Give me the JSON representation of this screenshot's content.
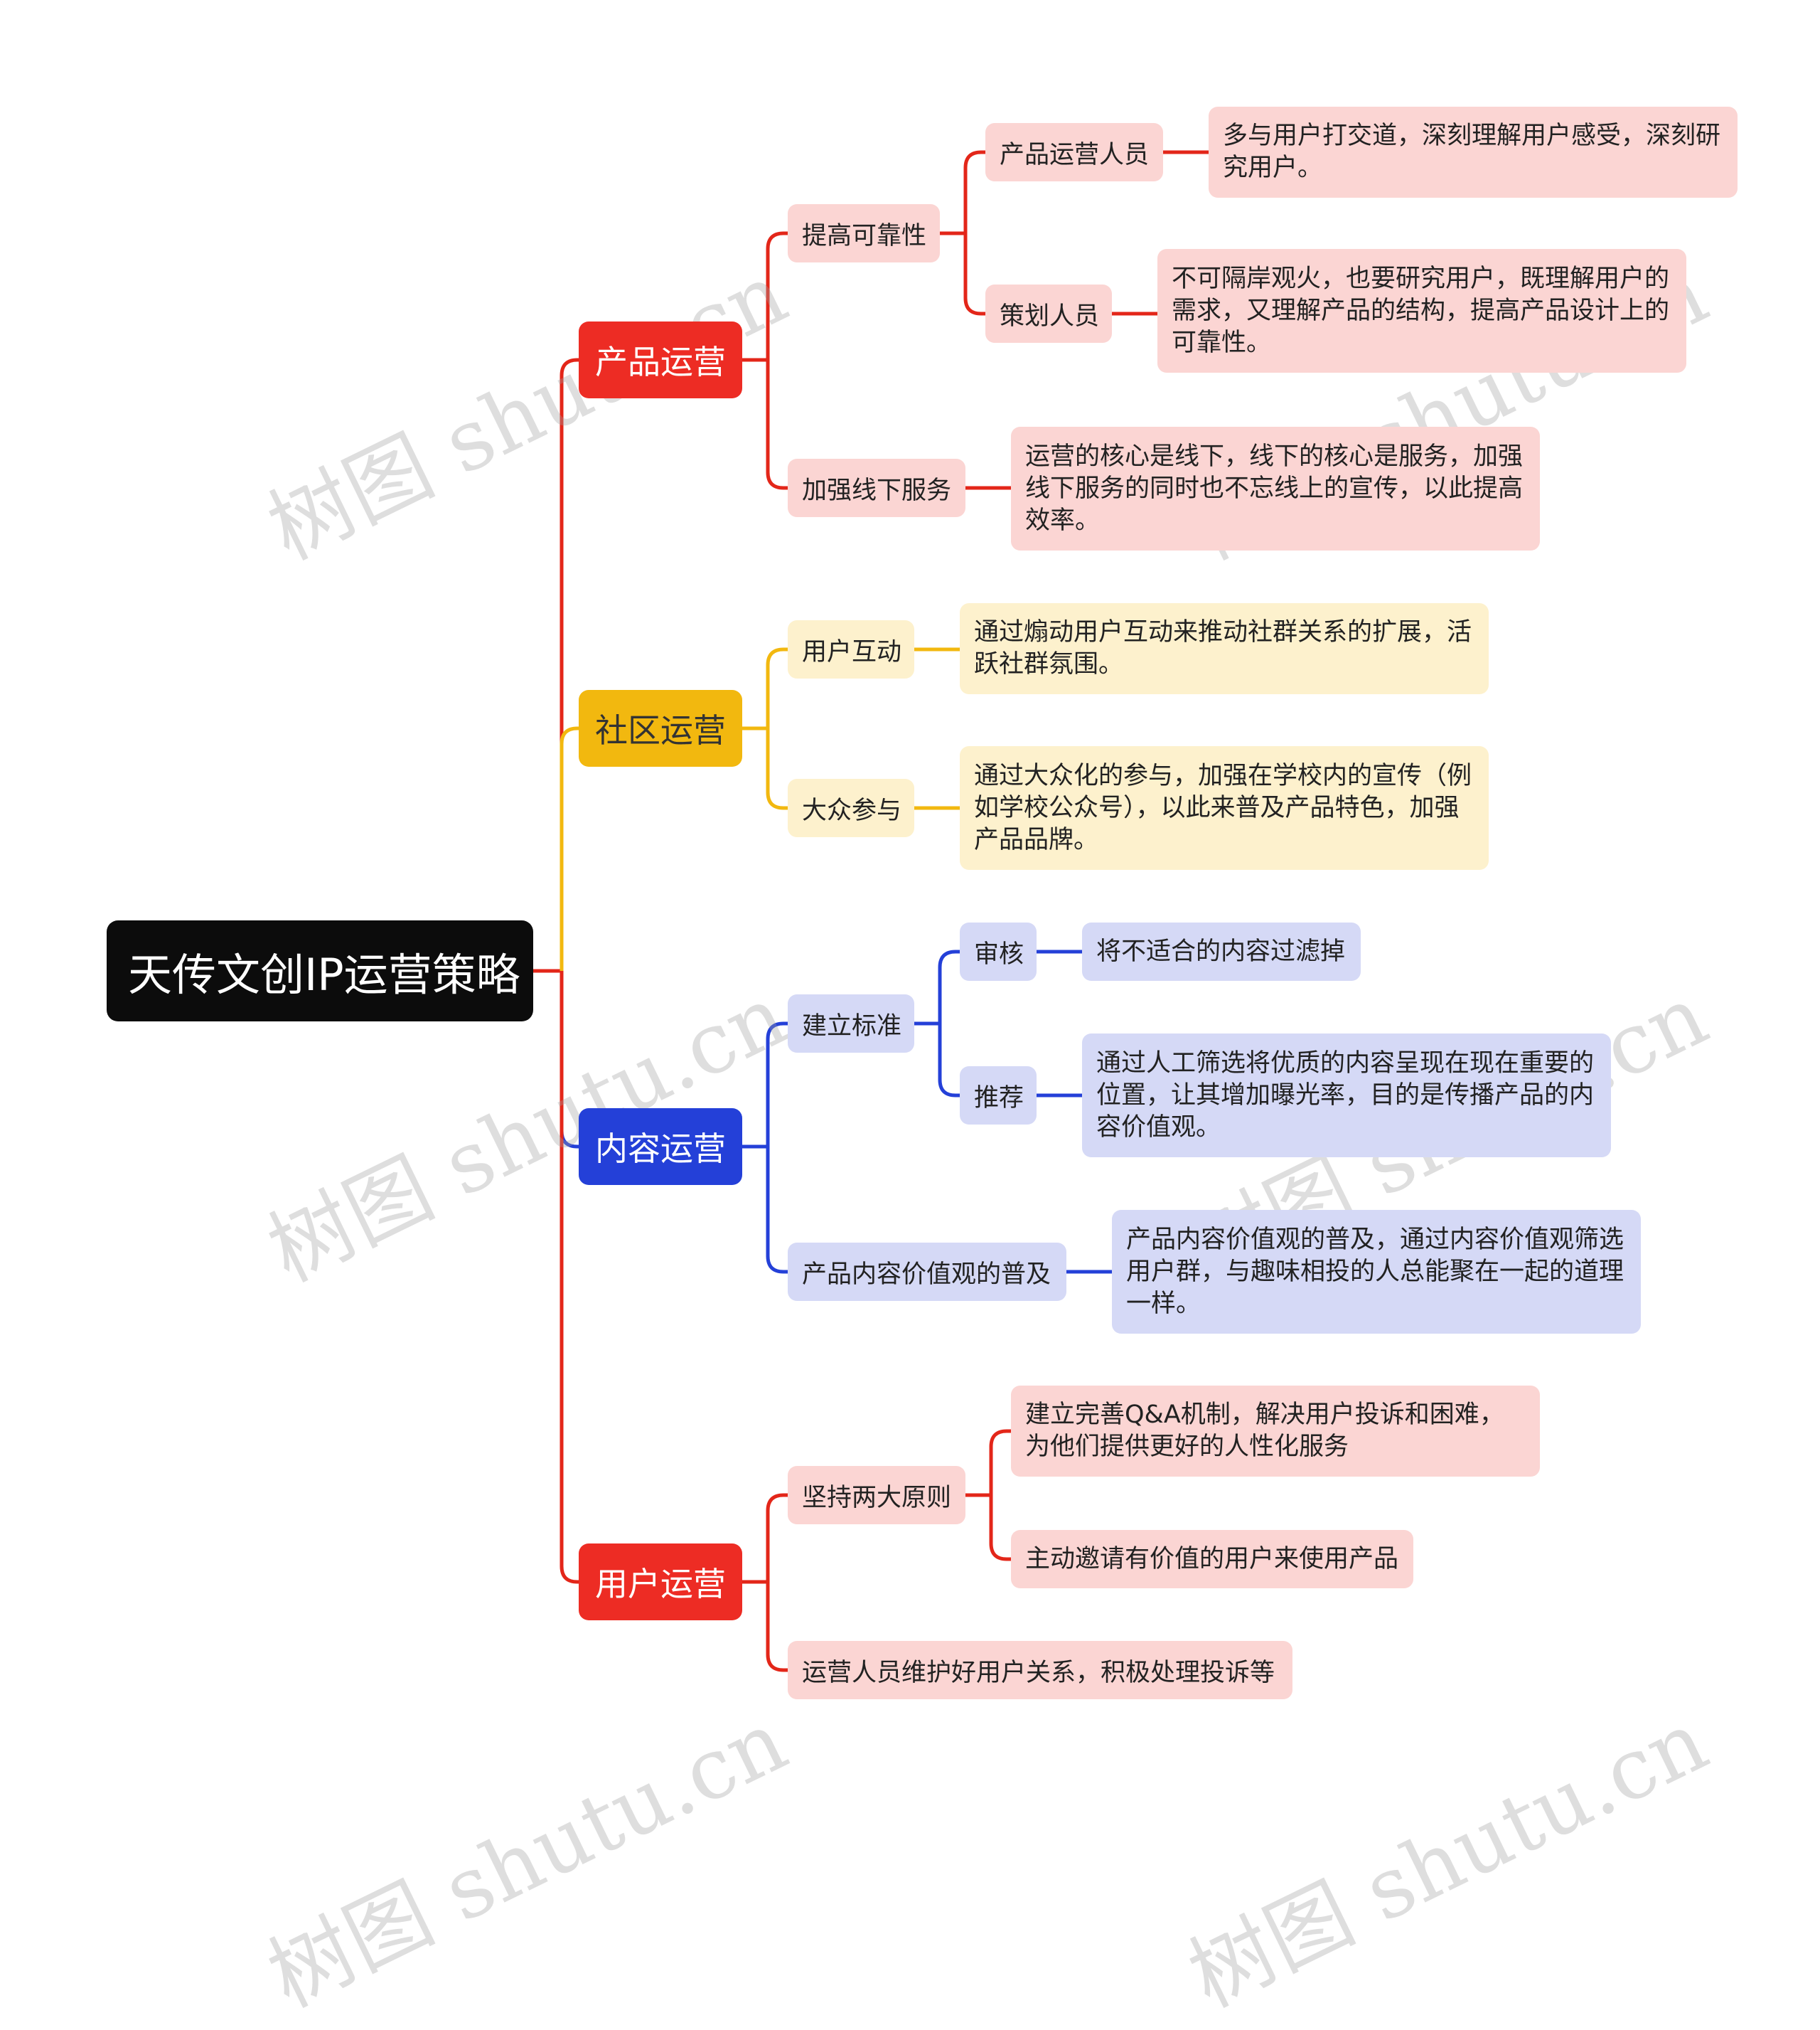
{
  "watermark": "树图 shutu.cn",
  "colors": {
    "red": "#e32619",
    "yellow": "#f2b80f",
    "blue": "#2440d8"
  },
  "root": {
    "label": "天传文创IP运营策略"
  },
  "branches": [
    {
      "label": "产品运营",
      "color": "red",
      "children": [
        {
          "label": "提高可靠性",
          "children": [
            {
              "label": "产品运营人员",
              "detail": "多与用户打交道，深刻理解用户感受，深刻研究用户。"
            },
            {
              "label": "策划人员",
              "detail": "不可隔岸观火，也要研究用户，既理解用户的需求，又理解产品的结构，提高产品设计上的可靠性。"
            }
          ]
        },
        {
          "label": "加强线下服务",
          "detail": "运营的核心是线下，线下的核心是服务，加强线下服务的同时也不忘线上的宣传，以此提高效率。"
        }
      ]
    },
    {
      "label": "社区运营",
      "color": "yellow",
      "children": [
        {
          "label": "用户互动",
          "detail": "通过煽动用户互动来推动社群关系的扩展，活跃社群氛围。"
        },
        {
          "label": "大众参与",
          "detail": "通过大众化的参与，加强在学校内的宣传（例如学校公众号），以此来普及产品特色，加强产品品牌。"
        }
      ]
    },
    {
      "label": "内容运营",
      "color": "blue",
      "children": [
        {
          "label": "建立标准",
          "children": [
            {
              "label": "审核",
              "detail": "将不适合的内容过滤掉"
            },
            {
              "label": "推荐",
              "detail": "通过人工筛选将优质的内容呈现在现在重要的位置，让其增加曝光率，目的是传播产品的内容价值观。"
            }
          ]
        },
        {
          "label": "产品内容价值观的普及",
          "detail": "产品内容价值观的普及，通过内容价值观筛选用户群，与趣味相投的人总能聚在一起的道理一样。"
        }
      ]
    },
    {
      "label": "用户运营",
      "color": "red",
      "children": [
        {
          "label": "坚持两大原则",
          "details": [
            "建立完善Q&A机制，解决用户投诉和困难，为他们提供更好的人性化服务",
            "主动邀请有价值的用户来使用产品"
          ]
        },
        {
          "label": "运营人员维护好用户关系，积极处理投诉等"
        }
      ]
    }
  ]
}
